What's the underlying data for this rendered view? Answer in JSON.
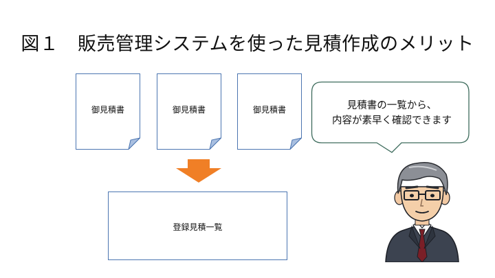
{
  "title": "図１　販売管理システムを使った見積作成のメリット",
  "documents": [
    "御見積書",
    "御見積書",
    "御見積書"
  ],
  "list_box": {
    "label": "登録見積一覧"
  },
  "speech": {
    "line1": "見積書の一覧から、",
    "line2": "内容が素早く確認できます"
  },
  "colors": {
    "doc_border": "#4a74b0",
    "doc_fold": "#a9bfe0",
    "arrow": "#f07f26",
    "bubble_border": "#3d6b5c"
  }
}
